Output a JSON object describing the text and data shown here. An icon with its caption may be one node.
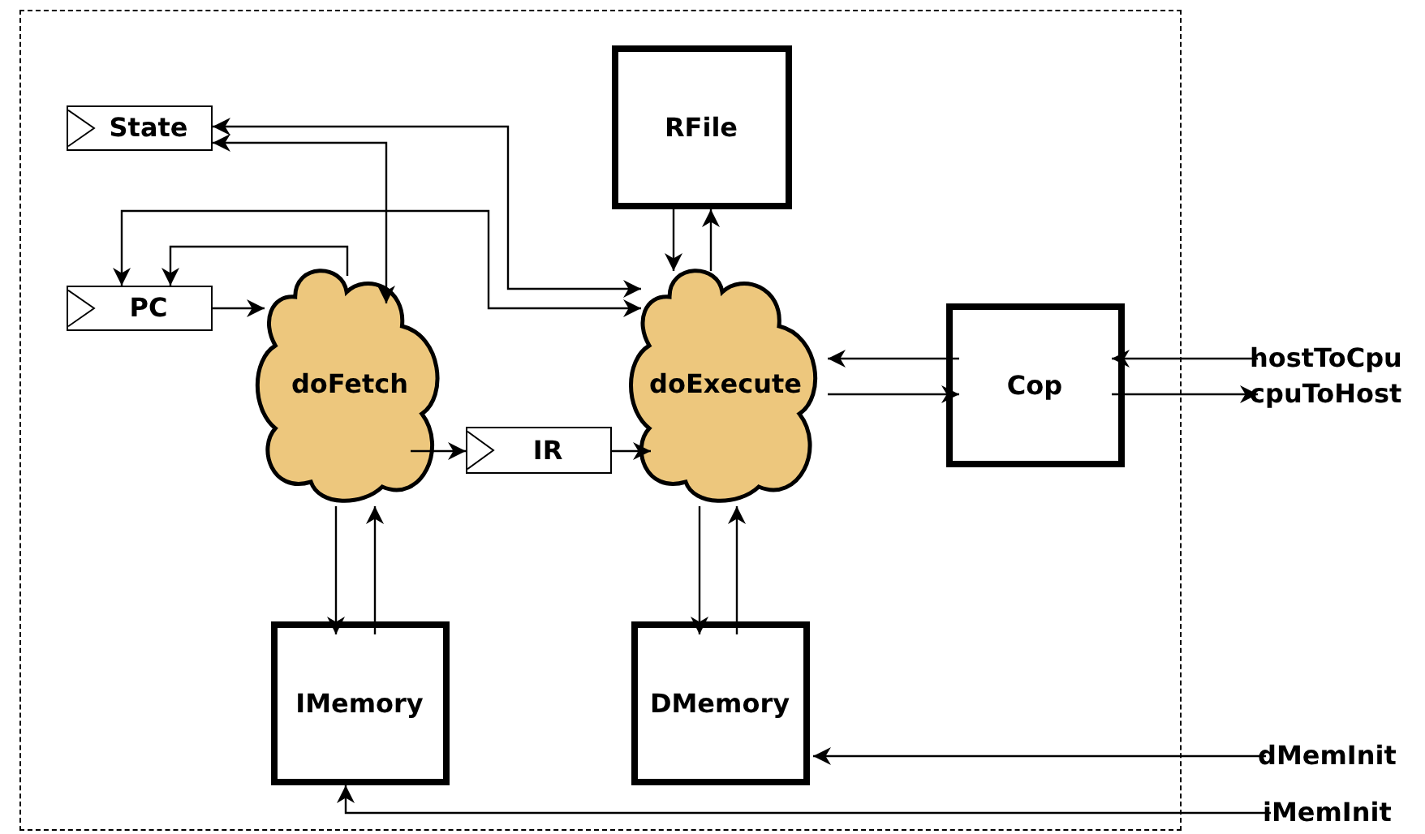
{
  "diagram": {
    "nodes": [
      {
        "text": [],
        "shape": "box"
      },
      {
        "text": [
          "State"
        ],
        "in": 0
      },
      {
        "text": [
          "RFile"
        ],
        "in": 0
      },
      {
        "text": [
          "PC"
        ],
        "in": 0
      },
      {
        "text": [
          "doFetch"
        ],
        "in": 0
      },
      {
        "text": [
          "doExecute"
        ],
        "in": 0
      },
      {
        "text": [
          "Cop"
        ],
        "in": 0
      },
      {
        "text": [
          "hostToCpu"
        ]
      },
      {
        "text": [
          "cpuToHost"
        ]
      },
      {
        "text": [
          "IR"
        ],
        "in": 0
      },
      {
        "text": [
          "IMemory"
        ],
        "in": 0
      },
      {
        "text": [
          "DMemory"
        ],
        "in": 0
      },
      {
        "text": [
          "dMemInit"
        ]
      },
      {
        "text": [
          "iMemInit"
        ]
      }
    ],
    "edges": [
      {
        "from": 1,
        "to": 5,
        "arrow": "both"
      },
      {
        "from": 1,
        "to": 4,
        "arrow": "both"
      },
      {
        "from": 3,
        "to": 5,
        "arrow": "both"
      },
      {
        "from": 4,
        "to": 3,
        "arrow": "to"
      },
      {
        "from": 3,
        "to": 4,
        "arrow": "to"
      },
      {
        "from": 4,
        "to": 9,
        "arrow": "to"
      },
      {
        "from": 9,
        "to": 5,
        "arrow": "to"
      },
      {
        "from": 2,
        "to": 5,
        "arrow": "to"
      },
      {
        "from": 5,
        "to": 2,
        "arrow": "to"
      },
      {
        "from": 6,
        "to": 5,
        "arrow": "to"
      },
      {
        "from": 5,
        "to": 6,
        "arrow": "to"
      },
      {
        "from": 7,
        "to": 6,
        "arrow": "to"
      },
      {
        "from": 6,
        "to": 8,
        "arrow": "to"
      },
      {
        "from": 4,
        "to": 10,
        "arrow": "to"
      },
      {
        "from": 10,
        "to": 4,
        "arrow": "to"
      },
      {
        "from": 5,
        "to": 11,
        "arrow": "to"
      },
      {
        "from": 11,
        "to": 5,
        "arrow": "to"
      },
      {
        "from": 12,
        "to": 11,
        "arrow": "to"
      },
      {
        "from": 13,
        "to": 10,
        "arrow": "to"
      }
    ]
  }
}
